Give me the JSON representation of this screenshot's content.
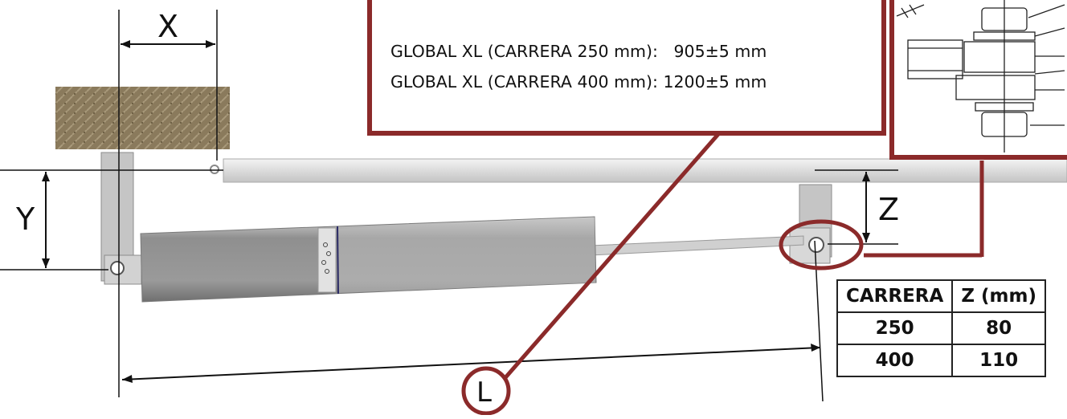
{
  "dimensions": {
    "x_label": "X",
    "y_label": "Y",
    "z_label": "Z",
    "l_label": "L"
  },
  "callout": {
    "line1": "GLOBAL XL (CARRERA 250 mm):   905±5 mm",
    "line2": "GLOBAL XL (CARRERA 400 mm): 1200±5 mm"
  },
  "z_table": {
    "headers": [
      "CARRERA",
      "Z (mm)"
    ],
    "rows": [
      [
        "250",
        "80"
      ],
      [
        "400",
        "110"
      ]
    ]
  },
  "colors": {
    "callout_border": "#8b2a2a",
    "wall": "#8a7a5c",
    "actuator_body": "#9c9c9c",
    "arm": "#d9d9d9"
  }
}
